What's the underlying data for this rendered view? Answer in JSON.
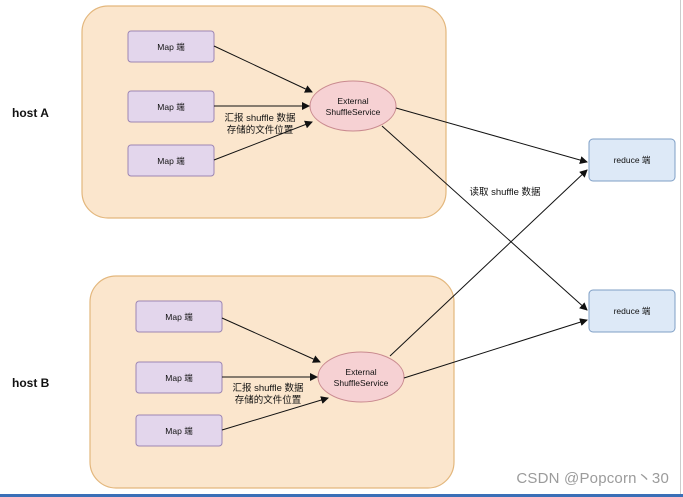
{
  "hosts": [
    {
      "label": "host A",
      "maps": [
        "Map 端",
        "Map 端",
        "Map 端"
      ],
      "service": [
        "External",
        "ShuffleService"
      ],
      "report_label": [
        "汇报 shuffle 数据",
        "存储的文件位置"
      ]
    },
    {
      "label": "host B",
      "maps": [
        "Map 端",
        "Map 端",
        "Map 端"
      ],
      "service": [
        "External",
        "ShuffleService"
      ],
      "report_label": [
        "汇报 shuffle 数据",
        "存储的文件位置"
      ]
    }
  ],
  "reducers": [
    "reduce 端",
    "reduce 端"
  ],
  "read_label": "读取 shuffle 数据",
  "watermark": "CSDN @Popcorn丶30",
  "colors": {
    "host_panel": "#fbe6cd",
    "map_box": "#e3d6ec",
    "reduce_box": "#dde9f7",
    "service": "#f6d1d3"
  }
}
